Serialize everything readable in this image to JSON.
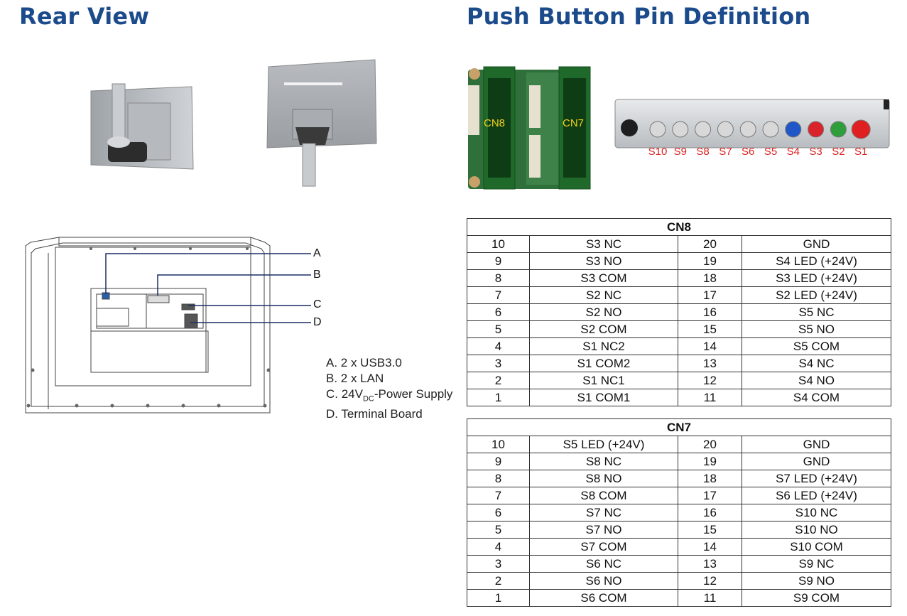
{
  "rear_view": {
    "title": "Rear View",
    "callouts": [
      "A",
      "B",
      "C",
      "D"
    ],
    "legend": [
      "A. 2 x USB3.0",
      "B. 2 x LAN",
      "C. 24V",
      "D. Terminal Board"
    ],
    "legend_c_sub": "DC",
    "legend_c_tail": "-Power Supply"
  },
  "pin_definition": {
    "title": "Push Button Pin Definition",
    "board_labels": [
      "CN8",
      "CN7"
    ],
    "button_labels": [
      "S10",
      "S9",
      "S8",
      "S7",
      "S6",
      "S5",
      "S4",
      "S3",
      "S2",
      "S1"
    ],
    "button_colors": [
      "#d8d8d8",
      "#d8d8d8",
      "#d8d8d8",
      "#d8d8d8",
      "#d8d8d8",
      "#d8d8d8",
      "#1f57c8",
      "#d8242a",
      "#2e9e3a",
      "#e02020"
    ]
  },
  "tables": {
    "cn8": {
      "title": "CN8",
      "rows": [
        [
          "10",
          "S3 NC",
          "20",
          "GND"
        ],
        [
          "9",
          "S3 NO",
          "19",
          "S4 LED (+24V)"
        ],
        [
          "8",
          "S3 COM",
          "18",
          "S3 LED (+24V)"
        ],
        [
          "7",
          "S2 NC",
          "17",
          "S2 LED (+24V)"
        ],
        [
          "6",
          "S2 NO",
          "16",
          "S5 NC"
        ],
        [
          "5",
          "S2 COM",
          "15",
          "S5 NO"
        ],
        [
          "4",
          "S1 NC2",
          "14",
          "S5 COM"
        ],
        [
          "3",
          "S1 COM2",
          "13",
          "S4 NC"
        ],
        [
          "2",
          "S1 NC1",
          "12",
          "S4 NO"
        ],
        [
          "1",
          "S1 COM1",
          "11",
          "S4 COM"
        ]
      ]
    },
    "cn7": {
      "title": "CN7",
      "rows": [
        [
          "10",
          "S5 LED (+24V)",
          "20",
          "GND"
        ],
        [
          "9",
          "S8 NC",
          "19",
          "GND"
        ],
        [
          "8",
          "S8 NO",
          "18",
          "S7 LED (+24V)"
        ],
        [
          "7",
          "S8 COM",
          "17",
          "S6 LED (+24V)"
        ],
        [
          "6",
          "S7 NC",
          "16",
          "S10 NC"
        ],
        [
          "5",
          "S7 NO",
          "15",
          "S10 NO"
        ],
        [
          "4",
          "S7 COM",
          "14",
          "S10 COM"
        ],
        [
          "3",
          "S6 NC",
          "13",
          "S9 NC"
        ],
        [
          "2",
          "S6 NO",
          "12",
          "S9 NO"
        ],
        [
          "1",
          "S6 COM",
          "11",
          "S9 COM"
        ]
      ]
    }
  }
}
